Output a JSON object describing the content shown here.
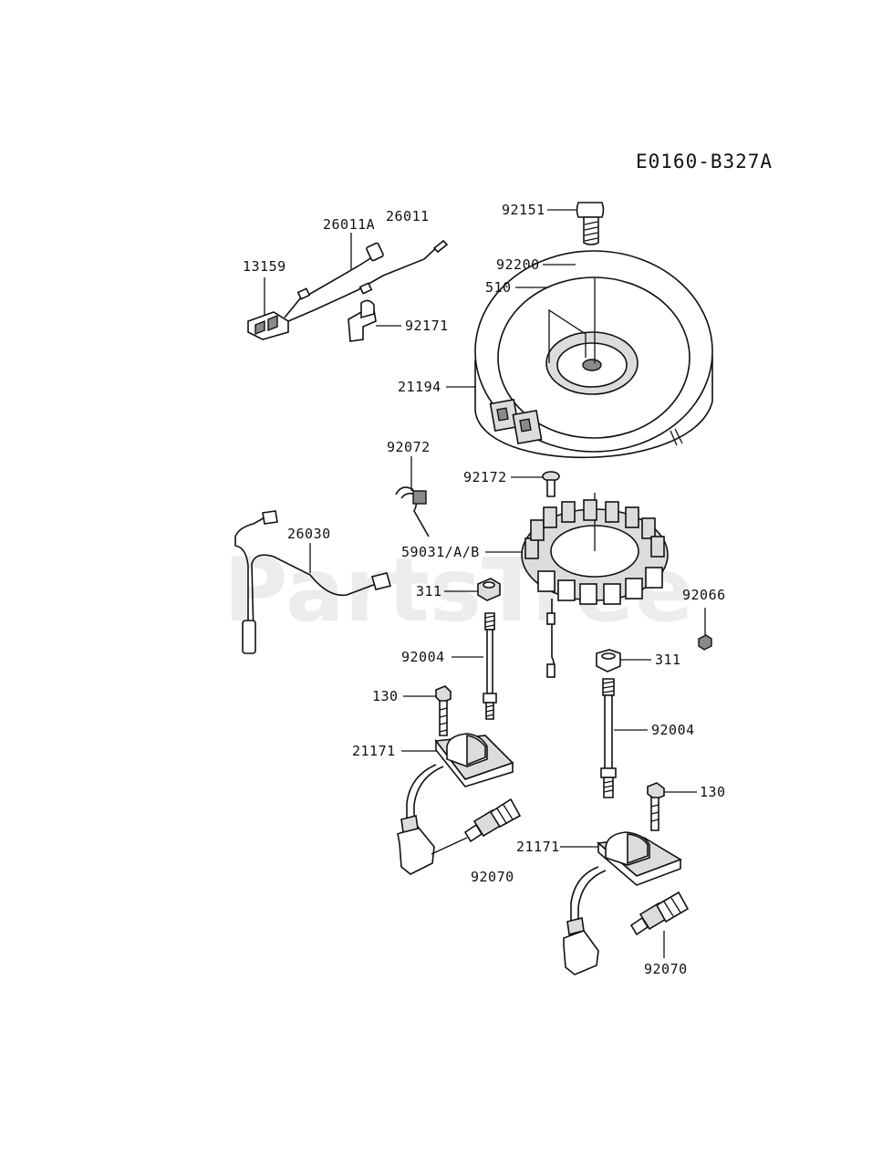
{
  "diagram_code": "E0160-B327A",
  "watermark": "PartsTree",
  "callouts": {
    "c92151": "92151",
    "c92200": "92200",
    "c510": "510",
    "c26011a": "26011A",
    "c26011": "26011",
    "c13159": "13159",
    "c92171": "92171",
    "c21194": "21194",
    "c92072": "92072",
    "c92172": "92172",
    "c26030": "26030",
    "c59031": "59031/A/B",
    "c311a": "311",
    "c92066": "92066",
    "c92004a": "92004",
    "c311b": "311",
    "c130a": "130",
    "c92004b": "92004",
    "c21171a": "21171",
    "c130b": "130",
    "c92070a": "92070",
    "c21171b": "21171",
    "c92070b": "92070"
  }
}
